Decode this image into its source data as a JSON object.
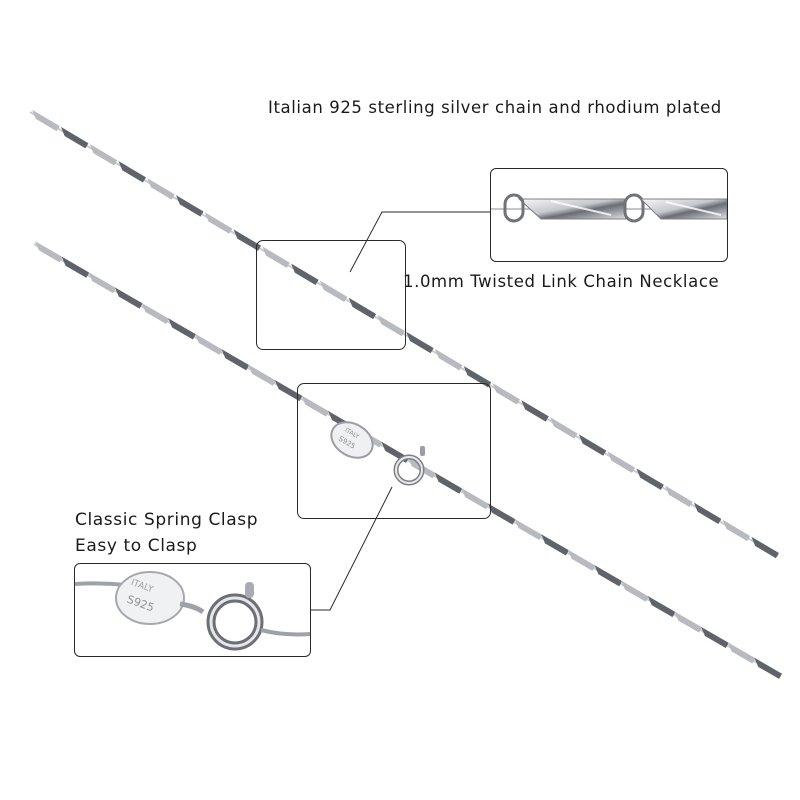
{
  "captions": {
    "material": "Italian 925 sterling silver chain and rhodium plated",
    "chain_type": "1.0mm Twisted Link Chain Necklace",
    "clasp_line1": "Classic Spring Clasp",
    "clasp_line2": "Easy to Clasp"
  },
  "tag": {
    "brand": "ITALY",
    "stamp": "S925"
  },
  "colors": {
    "background": "#ffffff",
    "silver_light": "#e9eaec",
    "silver_mid": "#b9bcc1",
    "silver_dark": "#5c6066",
    "frame": "#2a2a2a"
  }
}
